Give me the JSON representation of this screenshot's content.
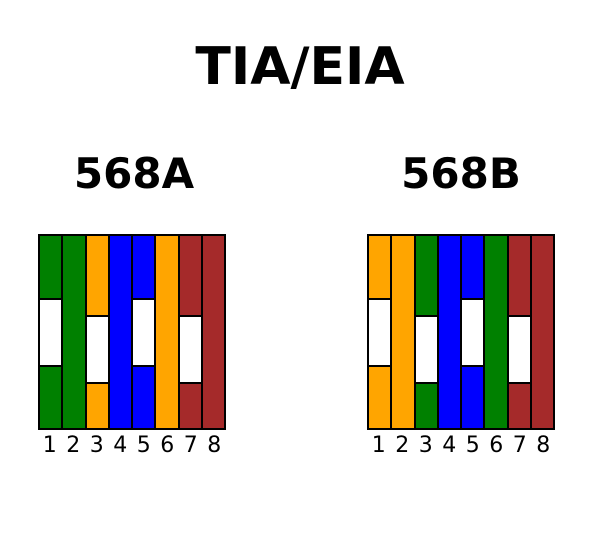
{
  "title": "TIA/EIA",
  "colors": {
    "green": "#008000",
    "orange": "#FFA500",
    "blue": "#0000FF",
    "brown": "#A52A2A",
    "stripe": "#FFFFFF",
    "outline": "#000000"
  },
  "standards": [
    {
      "label": "568A",
      "wires": [
        {
          "pin": "1",
          "color": "green",
          "striped": true
        },
        {
          "pin": "2",
          "color": "green",
          "striped": false
        },
        {
          "pin": "3",
          "color": "orange",
          "striped": true
        },
        {
          "pin": "4",
          "color": "blue",
          "striped": false
        },
        {
          "pin": "5",
          "color": "blue",
          "striped": true
        },
        {
          "pin": "6",
          "color": "orange",
          "striped": false
        },
        {
          "pin": "7",
          "color": "brown",
          "striped": true
        },
        {
          "pin": "8",
          "color": "brown",
          "striped": false
        }
      ]
    },
    {
      "label": "568B",
      "wires": [
        {
          "pin": "1",
          "color": "orange",
          "striped": true
        },
        {
          "pin": "2",
          "color": "orange",
          "striped": false
        },
        {
          "pin": "3",
          "color": "green",
          "striped": true
        },
        {
          "pin": "4",
          "color": "blue",
          "striped": false
        },
        {
          "pin": "5",
          "color": "blue",
          "striped": true
        },
        {
          "pin": "6",
          "color": "green",
          "striped": false
        },
        {
          "pin": "7",
          "color": "brown",
          "striped": true
        },
        {
          "pin": "8",
          "color": "brown",
          "striped": false
        }
      ]
    }
  ]
}
